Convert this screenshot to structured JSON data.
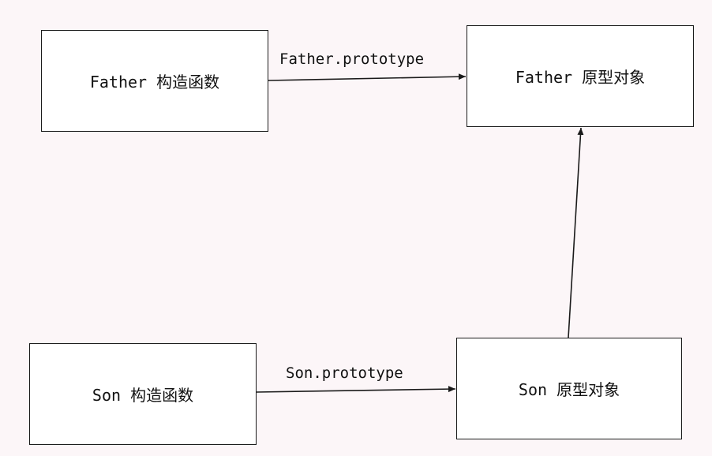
{
  "nodes": {
    "father_constructor": "Father 构造函数",
    "father_prototype_object": "Father 原型对象",
    "son_constructor": "Son 构造函数",
    "son_prototype_object": "Son 原型对象"
  },
  "edges": {
    "father_prototype": "Father.prototype",
    "son_prototype": "Son.prototype"
  },
  "colors": {
    "background": "#fcf6f8",
    "box_fill": "#ffffff",
    "line": "#1a1a1a"
  }
}
